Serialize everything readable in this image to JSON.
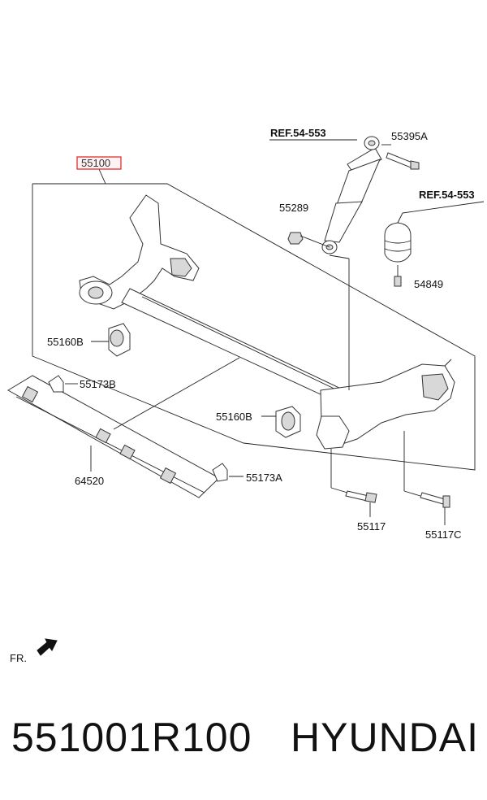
{
  "labels": {
    "main_assembly": "55100",
    "ref_shock": "REF.54-553",
    "ref_spring": "REF.54-553",
    "bolt_top": "55395A",
    "nut": "55289",
    "bump_stopper": "54849",
    "bushing_left": "55160B",
    "bushing_right": "55160B",
    "bracket_upper": "55173B",
    "bracket_lower": "55173A",
    "stabilizer_bar": "64520",
    "bolt_lower": "55117",
    "bolt_lower_c": "55117C",
    "front_indicator": "FR."
  },
  "caption": {
    "part_number": "551001R100",
    "brand": "HYUNDAI"
  },
  "colors": {
    "highlight": "#d22222",
    "line": "#222222"
  }
}
